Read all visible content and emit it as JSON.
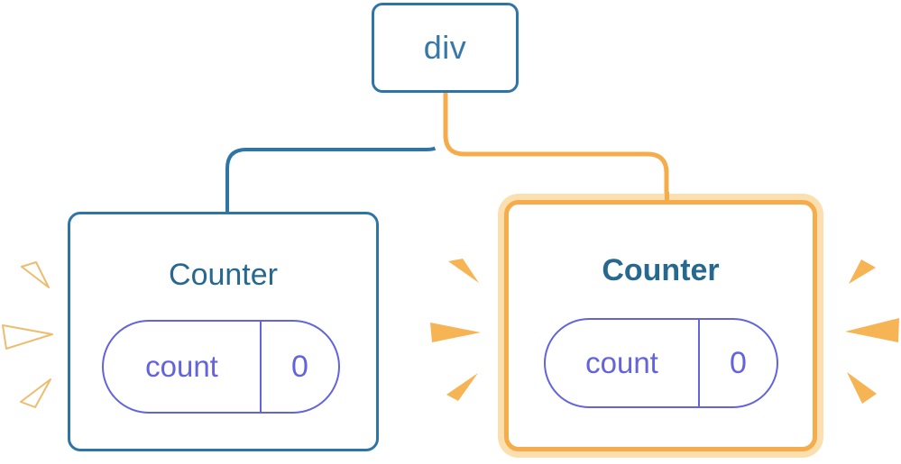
{
  "diagram": {
    "description": "React component tree: a div parent with two Counter children; the right Counter is highlighted as re-rendered (orange glow and sparks), both holding state count = 0",
    "root": {
      "label": "div"
    },
    "children": [
      {
        "title": "Counter",
        "state_key": "count",
        "state_value": "0",
        "highlighted": false
      },
      {
        "title": "Counter",
        "state_key": "count",
        "state_value": "0",
        "highlighted": true
      }
    ]
  },
  "colors": {
    "blue": "#2d75a6",
    "blue_text": "#3878a8",
    "teal": "#26688f",
    "purple": "#6363de",
    "orange": "#f6ac4b",
    "peach": "#fbdfae",
    "spark": "#f6b454",
    "spark_stroke": "#eebc6e",
    "box_bg": "#ffffff"
  }
}
